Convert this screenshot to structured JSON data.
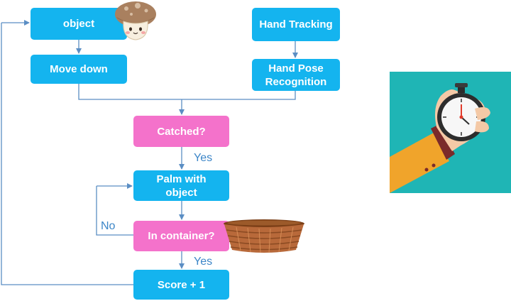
{
  "nodes": {
    "object": "object",
    "move_down": "Move down",
    "hand_tracking": "Hand Tracking",
    "hand_pose_line1": "Hand Pose",
    "hand_pose_line2": "Recognition",
    "catched": "Catched?",
    "palm_line1": "Palm with",
    "palm_line2": "object",
    "in_container": "In container?",
    "score": "Score + 1"
  },
  "edge_labels": {
    "yes_catched": "Yes",
    "no_container": "No",
    "yes_container": "Yes"
  },
  "colors": {
    "process": "#14b4ef",
    "decision": "#f472cb",
    "connector": "#5b8ec4",
    "label_text": "#3c86c8",
    "timer_background": "#1fb5b5"
  },
  "illustrations": [
    "mushroom-icon",
    "basket-icon",
    "stopwatch-hand-icon"
  ]
}
